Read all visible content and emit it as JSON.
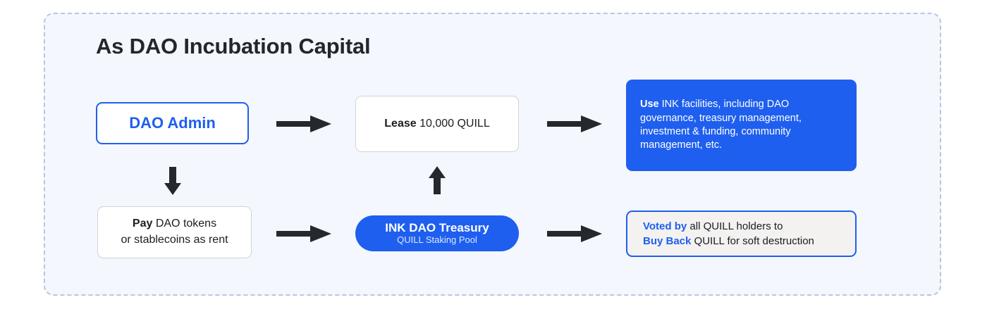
{
  "diagram": {
    "title": "As DAO Incubation Capital",
    "frame": {
      "style": "dashed",
      "border_color": "#b9c6e0",
      "background": "#f4f7fd"
    },
    "accent_color": "#1f5fef",
    "text_color": "#1a1d21",
    "nodes": {
      "dao_admin": {
        "label": "DAO Admin"
      },
      "lease": {
        "bold": "Lease",
        "rest": " 10,000 QUILL"
      },
      "use": {
        "bold": "Use",
        "rest": " INK facilities, including DAO governance, treasury management, investment & funding, community management, etc."
      },
      "pay": {
        "bold": "Pay",
        "rest": " DAO tokens",
        "line2": "or stablecoins as rent"
      },
      "treasury": {
        "title": "INK DAO Treasury",
        "subtitle": "QUILL Staking Pool"
      },
      "voted": {
        "line1_bold": "Voted by",
        "line1_rest": " all QUILL holders to",
        "line2_bold": "Buy Back",
        "line2_rest": " QUILL for soft destruction"
      }
    },
    "arrows": [
      {
        "name": "dao-admin-to-lease",
        "direction": "right"
      },
      {
        "name": "lease-to-use",
        "direction": "right"
      },
      {
        "name": "dao-admin-to-pay",
        "direction": "down"
      },
      {
        "name": "treasury-to-lease",
        "direction": "up"
      },
      {
        "name": "pay-to-treasury",
        "direction": "right"
      },
      {
        "name": "treasury-to-voted",
        "direction": "right"
      }
    ]
  }
}
